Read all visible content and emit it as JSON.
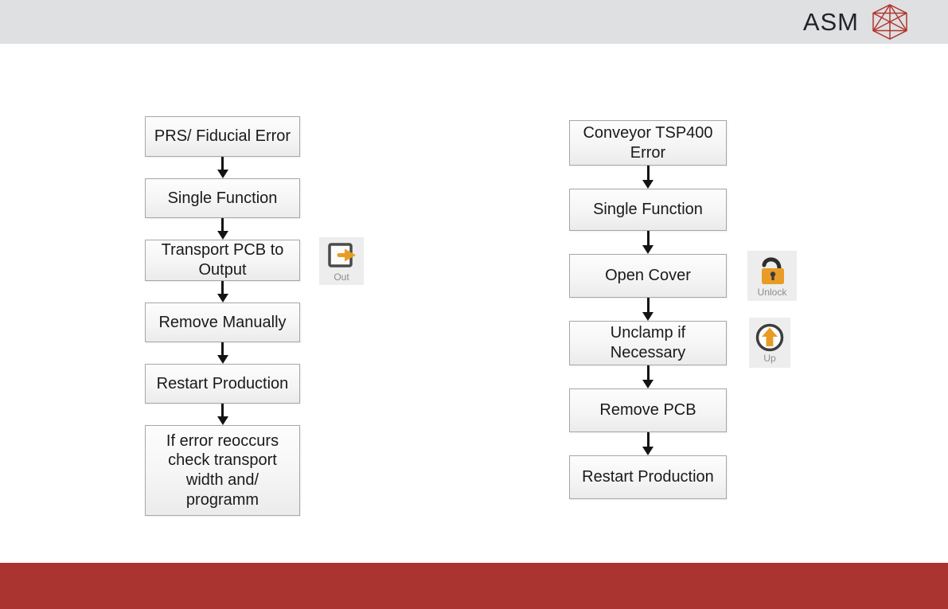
{
  "header": {
    "brand": "ASM"
  },
  "flows": {
    "left": {
      "steps": [
        {
          "label": "PRS/ Fiducial Error"
        },
        {
          "label": "Single Function"
        },
        {
          "label": "Transport PCB to\nOutput"
        },
        {
          "label": "Remove Manually"
        },
        {
          "label": "Restart Production"
        },
        {
          "label": "If error reoccurs\ncheck transport\nwidth and/\nprogramm"
        }
      ]
    },
    "right": {
      "steps": [
        {
          "label": "Conveyor TSP400\nError"
        },
        {
          "label": "Single Function"
        },
        {
          "label": "Open Cover"
        },
        {
          "label": "Unclamp if\nNecessary"
        },
        {
          "label": "Remove PCB"
        },
        {
          "label": "Restart Production"
        }
      ]
    }
  },
  "icons": {
    "out": {
      "label": "Out"
    },
    "unlock": {
      "label": "Unlock"
    },
    "up": {
      "label": "Up"
    }
  },
  "colors": {
    "header_bg": "#dee0e1",
    "footer_bg": "#a93430",
    "accent_orange": "#e89c26",
    "logo_red": "#b23530",
    "box_border": "#a6a6a6"
  }
}
